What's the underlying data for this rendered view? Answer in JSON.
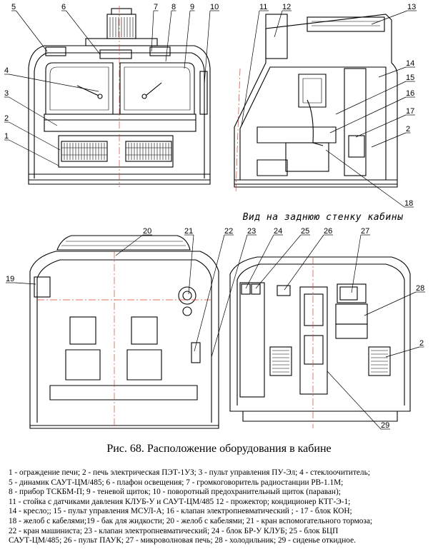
{
  "caption": "Рис. 68. Расположение оборудования в кабине",
  "view_label": "Вид на заднюю стенку кабины",
  "callouts": {
    "view1": [
      "1",
      "2",
      "3",
      "4",
      "5",
      "6",
      "7",
      "8",
      "9",
      "10"
    ],
    "view2": [
      "11",
      "12",
      "13",
      "14",
      "15",
      "16",
      "17",
      "2",
      "18"
    ],
    "view3": [
      "19",
      "20",
      "21",
      "22",
      "23"
    ],
    "view4": [
      "24",
      "25",
      "26",
      "27",
      "28",
      "2",
      "29"
    ]
  },
  "legend": [
    "1 - ограждение печи; 2 - печь электрическая ПЭТ-1УЗ; 3 - пульт управления ПУ-Эл; 4 - стеклоочититель;",
    "5  -  динамик САУТ-ЦМ/485; 6 - плафон освещения; 7 - громкоговоритель радиостанции РВ-1.1М;",
    "8 - прибор ТСКБМ-П; 9 - теневой щиток; 10 - поворотный предохранительный щиток (параван);",
    "11 - стойка с датчиками давления КЛУБ-У и САУТ-ЦМ/485 12 - прожектор; кондиционер КТГ-Э-1;",
    "14 - кресло;; 15 - пульт управления МСУЛ-А; 16 -   клапан электропневматический ; -  17 - блок КОН;",
    "18 - желоб с кабелями;19 - бак для жидкости; 20 - желоб с кабелями; 21 - кран вспомогательного тормоза;",
    "22 -  кран машиниста; 23 -  клапан электропневматический; 24 - блок БР-У КЛУБ; 25 - блок БЦП",
    "САУТ-ЦМ/485; 26 - пульт ПАУК; 27 - микроволновая печь; 28 - холодильник; 29 - сиденье откидное."
  ]
}
